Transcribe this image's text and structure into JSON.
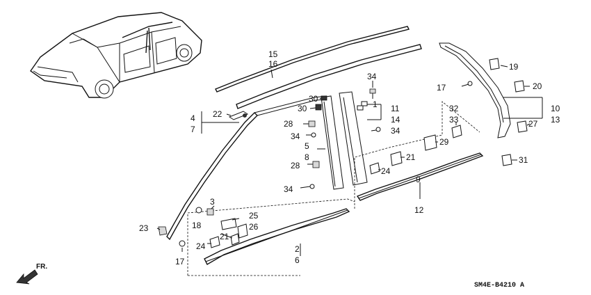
{
  "diagram": {
    "drawing_code": "SM4E-B4210 A",
    "direction_label": "FR.",
    "callouts": {
      "c15": "15",
      "c16": "16",
      "c4": "4",
      "c7": "7",
      "c22": "22",
      "c34a": "34",
      "c34b": "34",
      "c34c": "34",
      "c34d": "34",
      "c30a": "30",
      "c30b": "30",
      "c1": "1",
      "c11": "11",
      "c14": "14",
      "c28a": "28",
      "c28b": "28",
      "c5": "5",
      "c8": "8",
      "c3": "3",
      "c18": "18",
      "c23": "23",
      "c25": "25",
      "c26": "26",
      "c21a": "21",
      "c21b": "21",
      "c24a": "24",
      "c24b": "24",
      "c17a": "17",
      "c17b": "17",
      "c2": "2",
      "c6": "6",
      "c9": "9",
      "c12": "12",
      "c32": "32",
      "c33": "33",
      "c29": "29",
      "c19": "19",
      "c20": "20",
      "c10": "10",
      "c13": "13",
      "c27": "27",
      "c31": "31"
    }
  }
}
